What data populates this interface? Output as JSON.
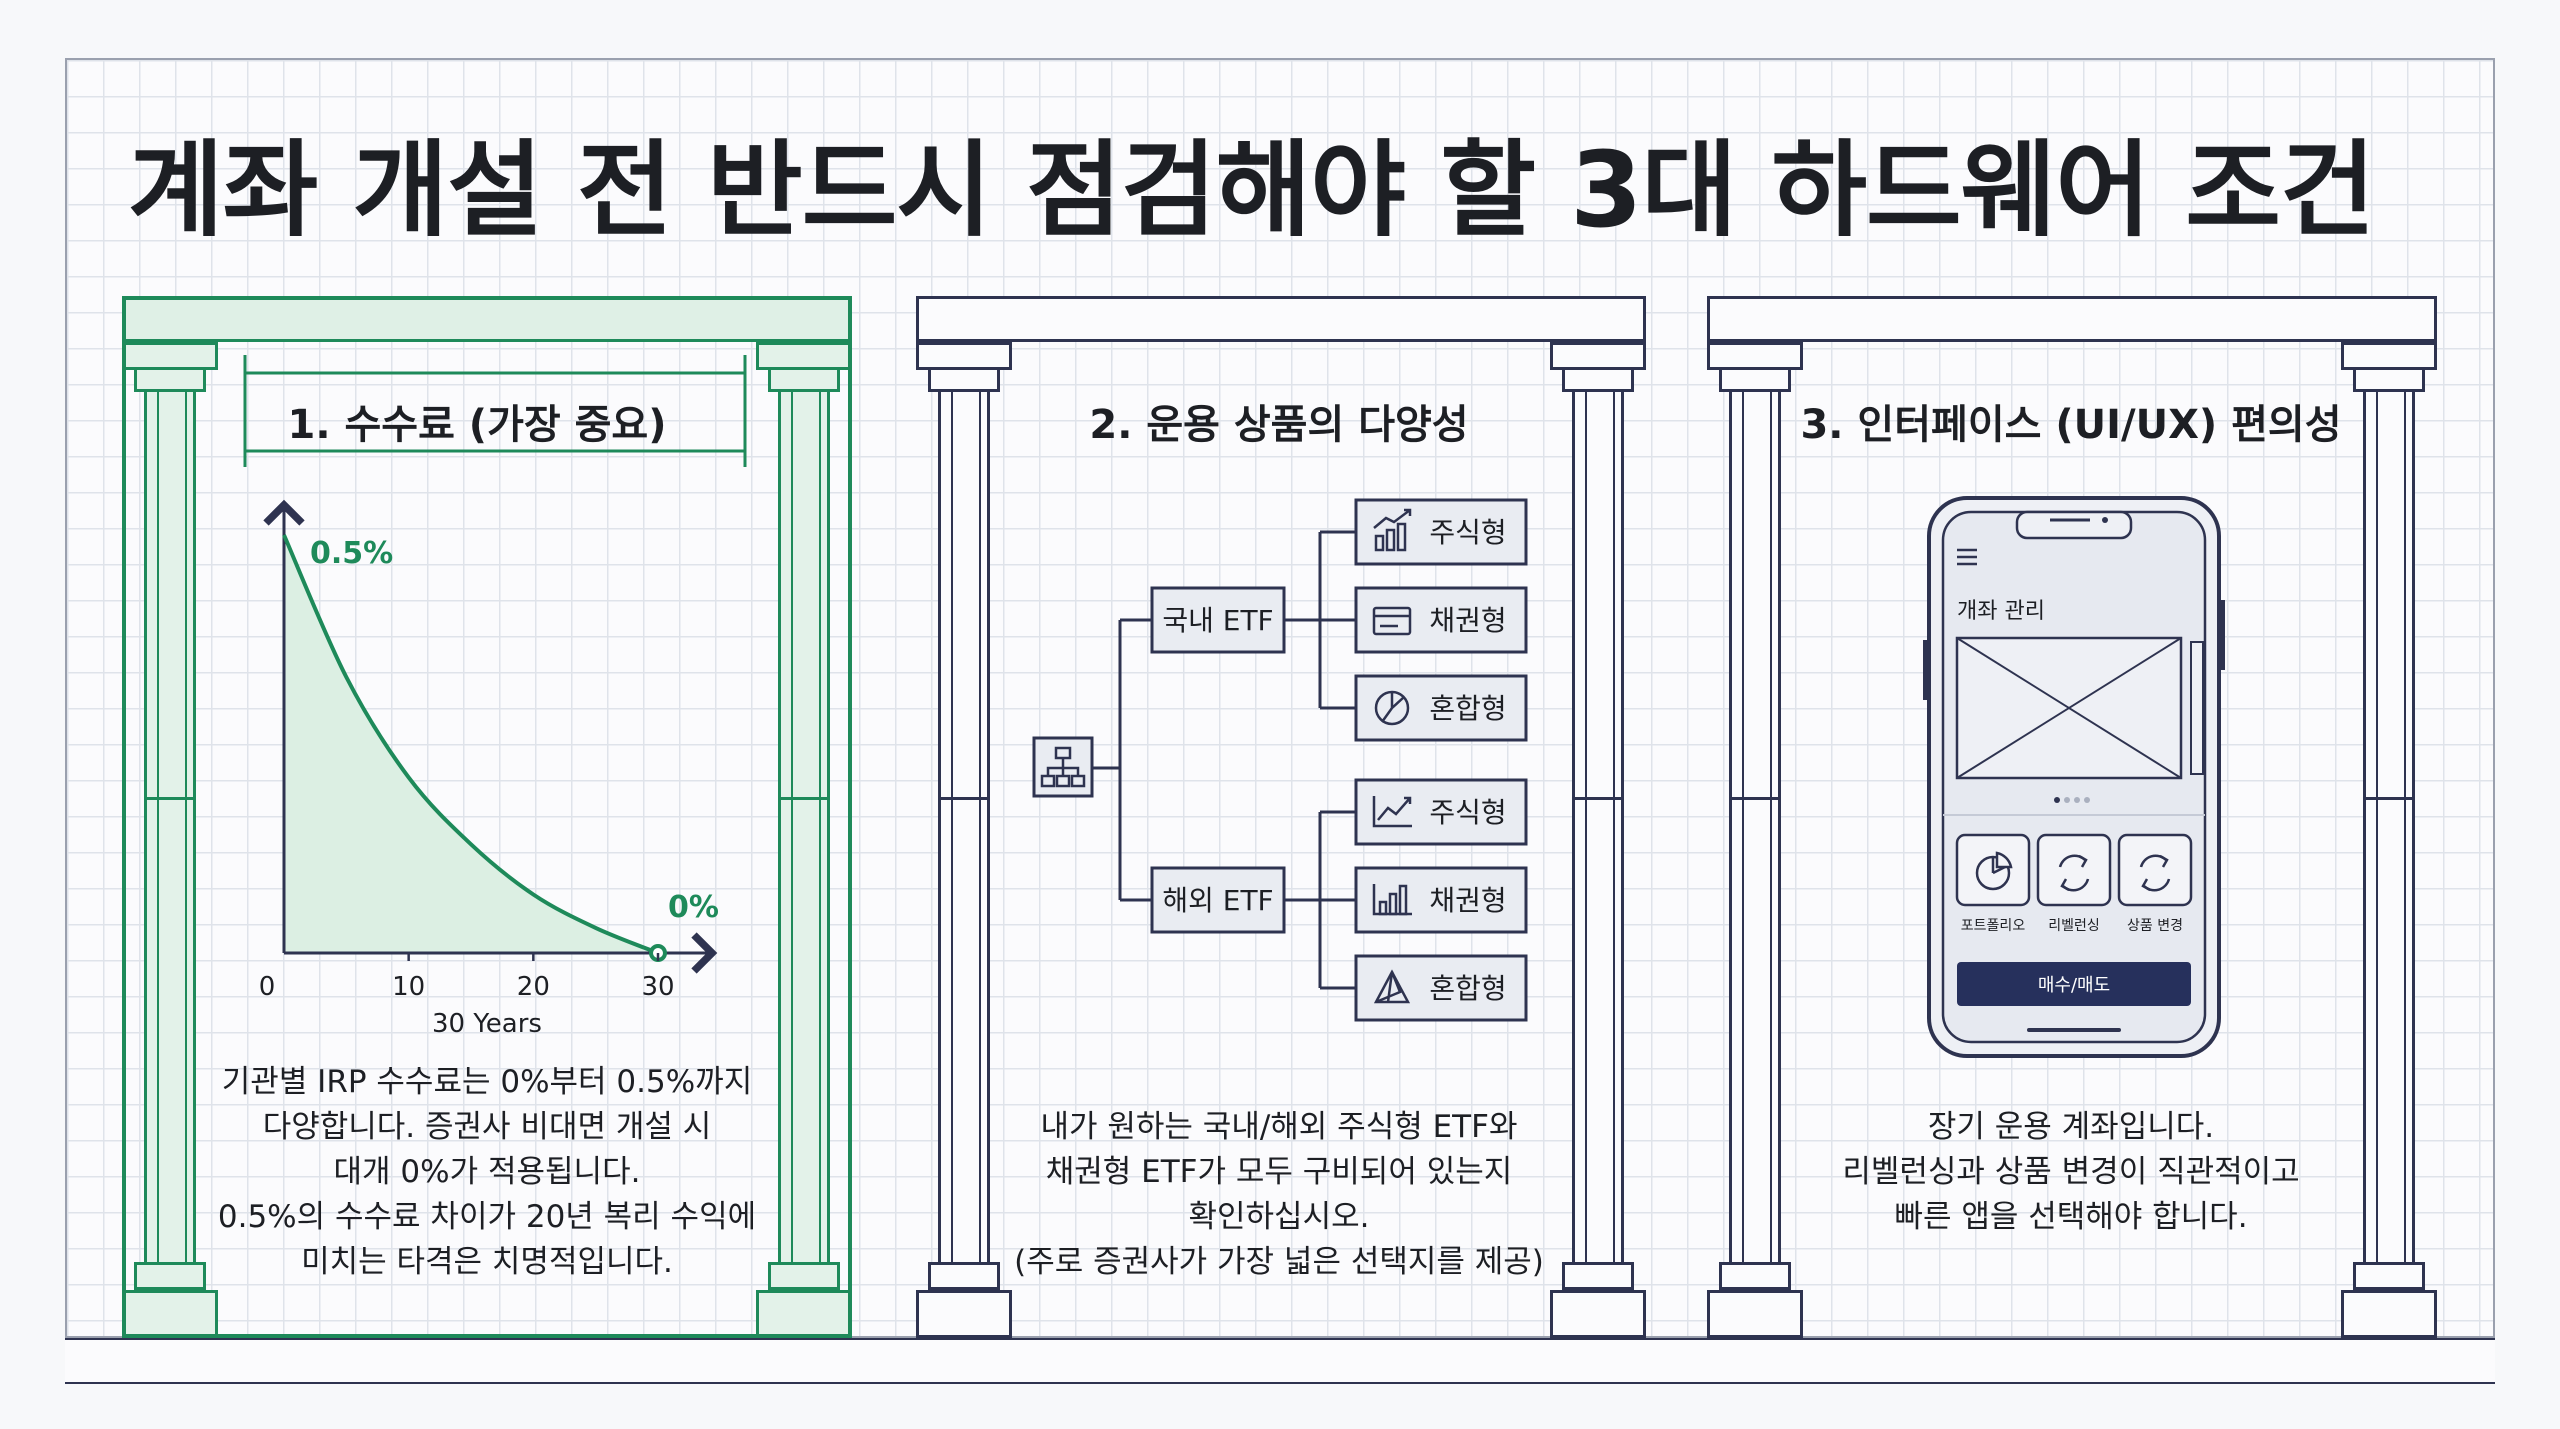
{
  "title": "계좌 개설 전 반드시 점검해야 할 3대 하드웨어 조건",
  "colors": {
    "accent": "#1e8a5a",
    "ink": "#2e3350",
    "button": "#26305c"
  },
  "panels": [
    {
      "heading": "1. 수수료 (가장 중요)",
      "body": [
        "기관별 IRP 수수료는 0%부터 0.5%까지",
        "다양합니다. 증권사 비대면 개설 시",
        "대개 0%가 적용됩니다.",
        "0.5%의 수수료 차이가 20년 복리 수익에",
        "미치는 타격은 치명적입니다."
      ]
    },
    {
      "heading": "2. 운용 상품의 다양성",
      "body": [
        "내가 원하는 국내/해외 주식형 ETF와",
        "채권형 ETF가 모두 구비되어 있는지",
        "확인하십시오.",
        "(주로 증권사가 가장 넓은 선택지를 제공)"
      ]
    },
    {
      "heading": "3. 인터페이스 (UI/UX) 편의성",
      "body": [
        "장기 운용 계좌입니다.",
        "리벨런싱과 상품 변경이 직관적이고",
        "빠른 앱을 선택해야 합니다."
      ]
    }
  ],
  "chart_data": {
    "type": "area",
    "x": [
      0,
      5,
      10,
      15,
      20,
      25,
      30
    ],
    "y": [
      0.5,
      0.33,
      0.21,
      0.13,
      0.07,
      0.03,
      0.0
    ],
    "xticks": [
      "0",
      "10",
      "20",
      "30"
    ],
    "xlabel": "30 Years",
    "annotations": [
      "0.5%",
      "0%"
    ],
    "xlim": [
      0,
      30
    ],
    "ylim": [
      0,
      0.5
    ]
  },
  "tree": {
    "root_icon": "hierarchy-icon",
    "groups": [
      {
        "label": "국내 ETF",
        "items": [
          {
            "label": "주식형",
            "icon": "bar-growth-icon"
          },
          {
            "label": "채권형",
            "icon": "card-icon"
          },
          {
            "label": "혼합형",
            "icon": "pie-icon"
          }
        ]
      },
      {
        "label": "해외 ETF",
        "items": [
          {
            "label": "주식형",
            "icon": "line-chart-icon"
          },
          {
            "label": "채권형",
            "icon": "bar-chart-icon"
          },
          {
            "label": "혼합형",
            "icon": "pyramid-icon"
          }
        ]
      }
    ]
  },
  "phone": {
    "menu_icon": "menu-icon",
    "section_title": "개좌 관리",
    "buttons": [
      {
        "label": "포트폴리오",
        "icon": "pie-icon"
      },
      {
        "label": "리벨런싱",
        "icon": "cycle-icon"
      },
      {
        "label": "상품 변경",
        "icon": "refresh-icon"
      }
    ],
    "cta": "매수/매도"
  }
}
